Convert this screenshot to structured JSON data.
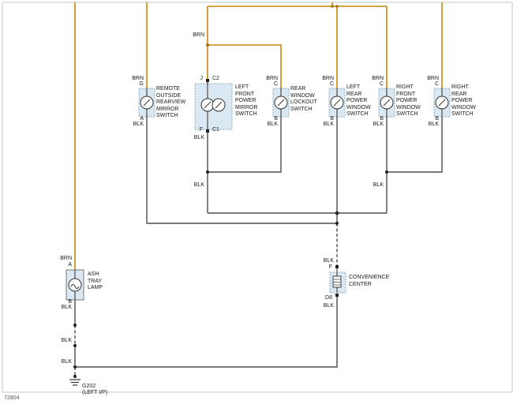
{
  "sheet_number": "72804",
  "wire_labels": {
    "brn": "BRN",
    "blk": "BLK"
  },
  "colors": {
    "brn_wire": "#C8860B",
    "blk_wire": "#4D4D4D",
    "component_fill": "#D9E8F2",
    "component_border": "#8FAABB"
  },
  "switches": [
    {
      "name": "REMOTE OUTSIDE REARVIEW MIRROR SWITCH",
      "top_terminal": "G",
      "bottom_terminal": "A"
    },
    {
      "name": "LEFT FRONT POWER MIRROR SWITCH",
      "top_terminal": "J",
      "bottom_terminal": "F",
      "top_connector": "C2",
      "bottom_connector": "C1"
    },
    {
      "name": "REAR WINDOW LOCKOUT SWITCH",
      "top_terminal": "C",
      "bottom_terminal": "B"
    },
    {
      "name": "LEFT REAR POWER WINDOW SWITCH",
      "top_terminal": "C",
      "bottom_terminal": "B"
    },
    {
      "name": "RIGHT FRONT POWER WINDOW SWITCH",
      "top_terminal": "C",
      "bottom_terminal": "B"
    },
    {
      "name": "RIGHT REAR POWER WINDOW SWITCH",
      "top_terminal": "C",
      "bottom_terminal": "B"
    }
  ],
  "ash_tray_lamp": {
    "name": "ASH TRAY LAMP",
    "top_terminal": "A",
    "bottom_terminal": "B"
  },
  "convenience_center": {
    "name": "CONVENIENCE CENTER",
    "top_terminal": "F",
    "bottom_terminal": "D8"
  },
  "ground": {
    "id": "G202",
    "location": "(LEFT I/P)"
  }
}
